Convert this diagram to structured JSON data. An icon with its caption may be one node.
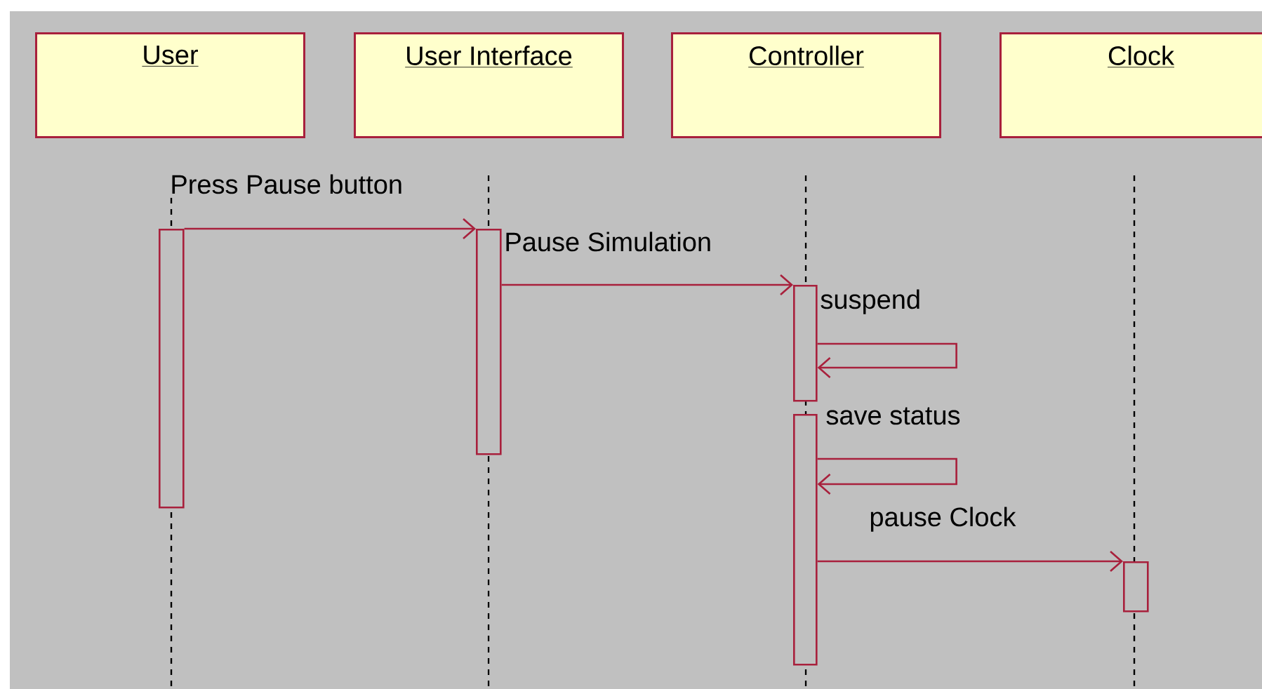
{
  "diagram": {
    "nodes": [
      {
        "text": [
          "User"
        ]
      },
      {
        "text": [
          "User Interface"
        ]
      },
      {
        "text": [
          "Controller"
        ]
      },
      {
        "text": [
          "Clock"
        ]
      },
      {
        "text": [],
        "shape": "bar"
      },
      {
        "text": [],
        "shape": "bar"
      },
      {
        "text": [],
        "shape": "bar"
      },
      {
        "text": [],
        "shape": "bar"
      },
      {
        "text": [],
        "shape": "bar"
      }
    ],
    "edges": [
      {
        "from": 4,
        "to": 5,
        "arrow": "to",
        "label": "Press Pause button"
      },
      {
        "from": 5,
        "to": 6,
        "arrow": "to",
        "label": "Pause Simulation"
      },
      {
        "from": 6,
        "to": 6,
        "arrow": "to",
        "label": "suspend"
      },
      {
        "from": 7,
        "to": 7,
        "arrow": "to",
        "label": "save status"
      },
      {
        "from": 7,
        "to": 8,
        "arrow": "to",
        "label": "pause Clock"
      }
    ]
  }
}
